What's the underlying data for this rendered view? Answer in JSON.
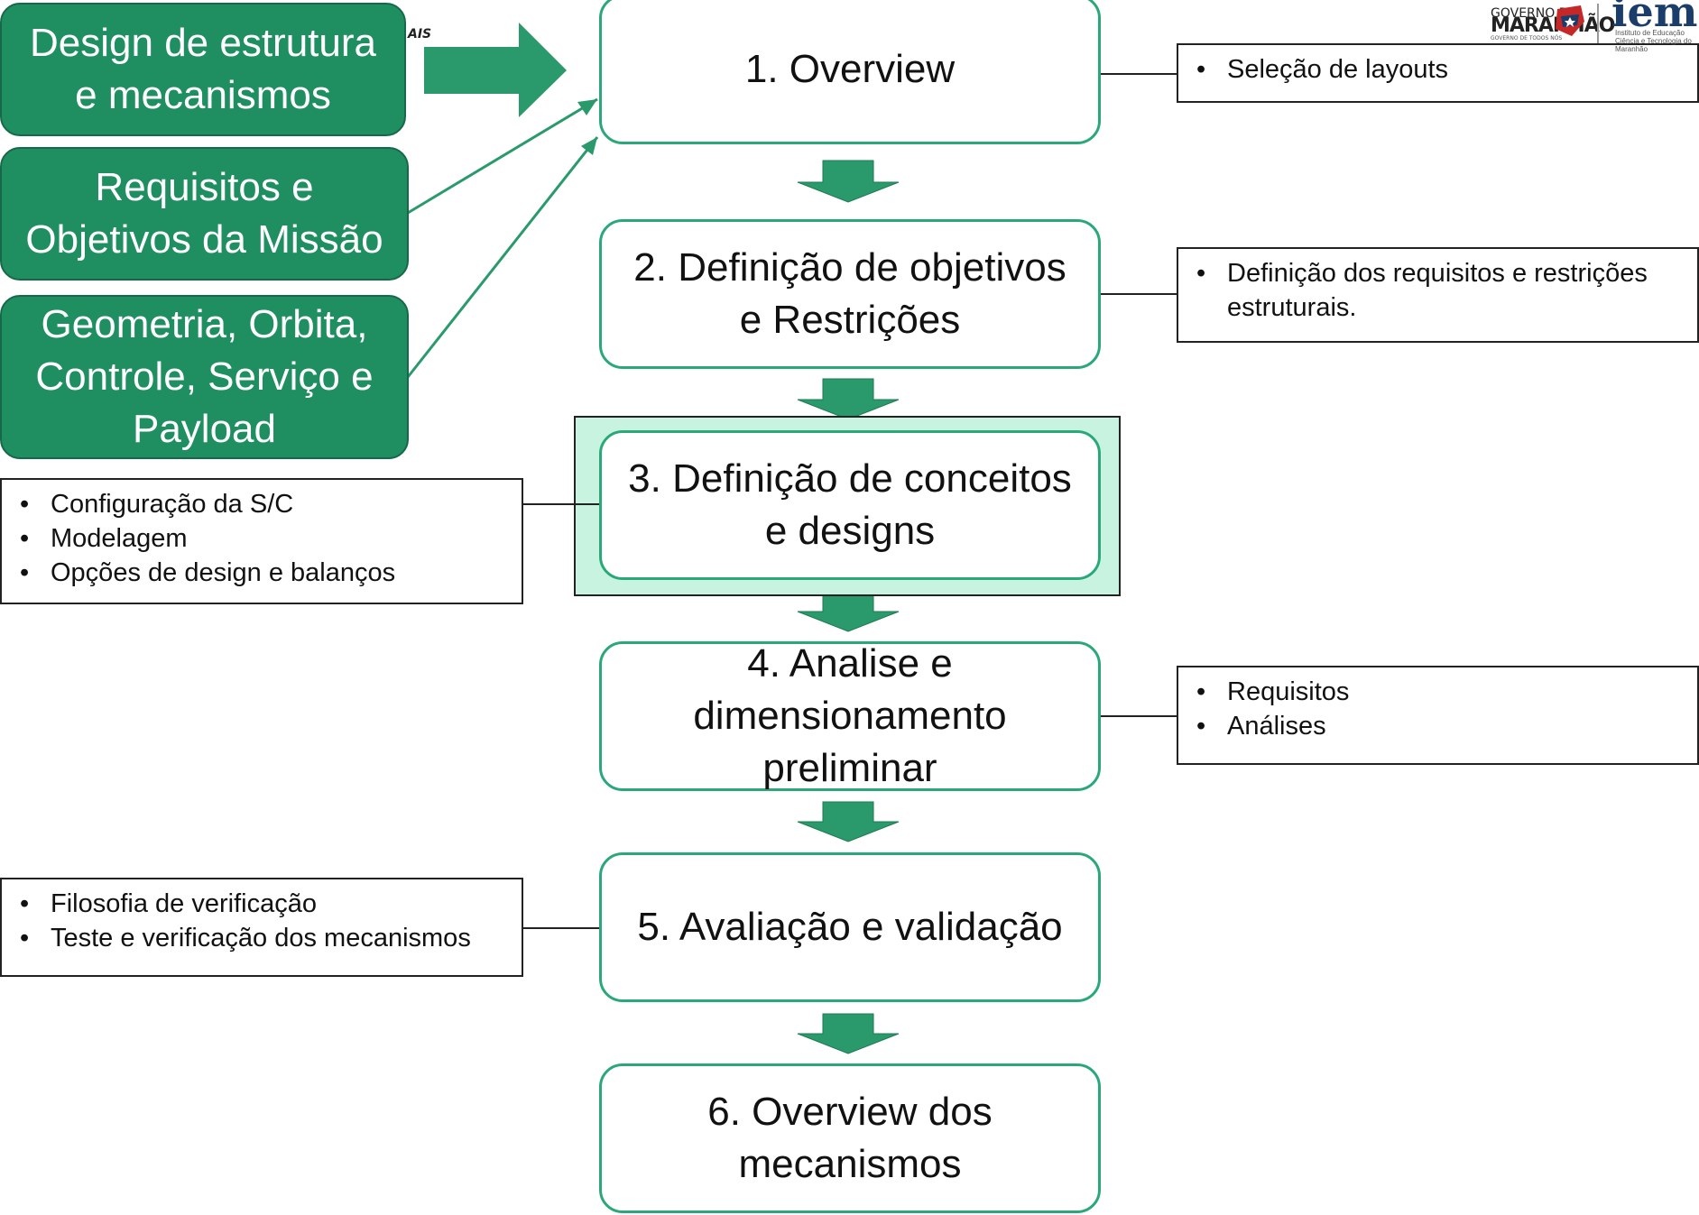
{
  "inputs": [
    {
      "text": "Design de estrutura\ne mecanismos"
    },
    {
      "text": "Requisitos e\nObjetivos da Missão"
    },
    {
      "text": "Geometria, Orbita,\nControle, Serviço e\nPayload"
    }
  ],
  "steps": [
    {
      "text": "1. Overview"
    },
    {
      "text": "2. Definição de objetivos\ne Restrições"
    },
    {
      "text": "3. Definição de conceitos\ne designs"
    },
    {
      "text": "4. Analise e\ndimensionamento\npreliminar"
    },
    {
      "text": "5. Avaliação e validação"
    },
    {
      "text": "6. Overview dos\nmecanismos"
    }
  ],
  "notes": {
    "step1": [
      "Seleção de layouts"
    ],
    "step2": [
      "Definição dos requisitos e restrições estruturais."
    ],
    "step3": [
      "Configuração da S/C",
      "Modelagem",
      "Opções de design e balanços"
    ],
    "step4": [
      "Requisitos",
      "Análises"
    ],
    "step5": [
      "Filosofia de verificação",
      "Teste e verificação dos mecanismos"
    ]
  },
  "logos": {
    "gov_top": "GOVERNO DO",
    "gov_main": "MARANHÃO",
    "gov_sub": "GOVERNO DE TODOS NÓS",
    "iema": "iema",
    "iema_sub": "Instituto de Educação Ciência e Tecnologia do Maranhão",
    "corner_fragment": "AIS"
  },
  "colors": {
    "input_fill": "#1f8f62",
    "step_border": "#2aa87a",
    "arrow": "#2a9a6c",
    "highlight": "#c8f3e1"
  }
}
